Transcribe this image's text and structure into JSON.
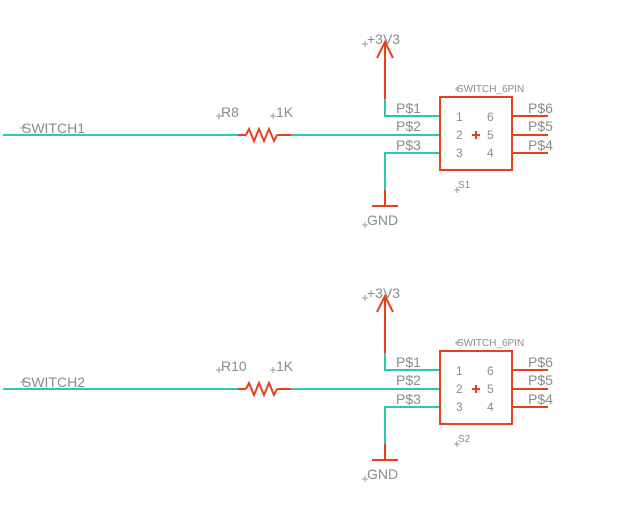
{
  "blocks": [
    {
      "net": "SWITCH1",
      "resistor": {
        "name": "R8",
        "value": "1K"
      },
      "power": "+3V3",
      "ground": "GND",
      "switch": {
        "type": "SWITCH_6PIN",
        "name": "S1",
        "left_pins": [
          "P$1",
          "P$2",
          "P$3"
        ],
        "right_pins": [
          "P$6",
          "P$5",
          "P$4"
        ],
        "left_numbers": [
          "1",
          "2",
          "3"
        ],
        "right_numbers": [
          "6",
          "5",
          "4"
        ]
      }
    },
    {
      "net": "SWITCH2",
      "resistor": {
        "name": "R10",
        "value": "1K"
      },
      "power": "+3V3",
      "ground": "GND",
      "switch": {
        "type": "SWITCH_6PIN",
        "name": "S2",
        "left_pins": [
          "P$1",
          "P$2",
          "P$3"
        ],
        "right_pins": [
          "P$6",
          "P$5",
          "P$4"
        ],
        "left_numbers": [
          "1",
          "2",
          "3"
        ],
        "right_numbers": [
          "6",
          "5",
          "4"
        ]
      }
    }
  ],
  "colors": {
    "wire": "#2cc9b0",
    "part": "#e8401c",
    "text": "#8c8c8c"
  }
}
